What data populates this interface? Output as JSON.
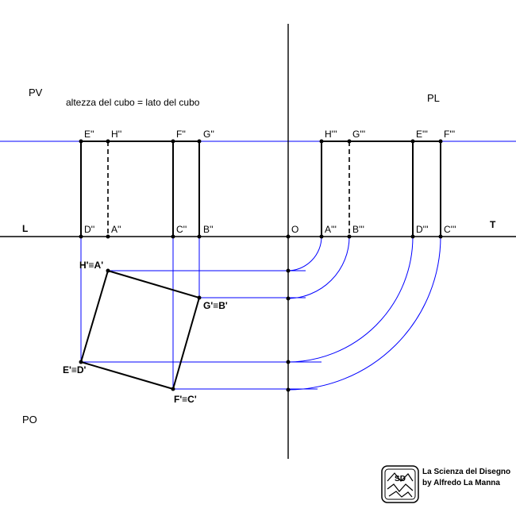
{
  "planes": {
    "pv": "PV",
    "pl": "PL",
    "po": "PO"
  },
  "note": "altezza del cubo = lato del cubo",
  "ground_line": {
    "left": "L",
    "right": "T",
    "origin": "O"
  },
  "front_view": {
    "top": [
      "E''",
      "H''",
      "F''",
      "G''"
    ],
    "bottom": [
      "D''",
      "A''",
      "C''",
      "B''"
    ]
  },
  "side_view": {
    "top": [
      "H'''",
      "G'''",
      "E'''",
      "F'''"
    ],
    "bottom": [
      "A'''",
      "B'''",
      "D'''",
      "C'''"
    ]
  },
  "plan_view": {
    "vertices": [
      "H'≡A'",
      "G'≡B'",
      "F'≡C'",
      "E'≡D'"
    ]
  },
  "credit": {
    "line1": "La Scienza del Disegno",
    "line2": "by Alfredo La Manna",
    "logo_letters": "SD"
  },
  "colors": {
    "construction": "#0000ff",
    "edge": "#000000"
  }
}
